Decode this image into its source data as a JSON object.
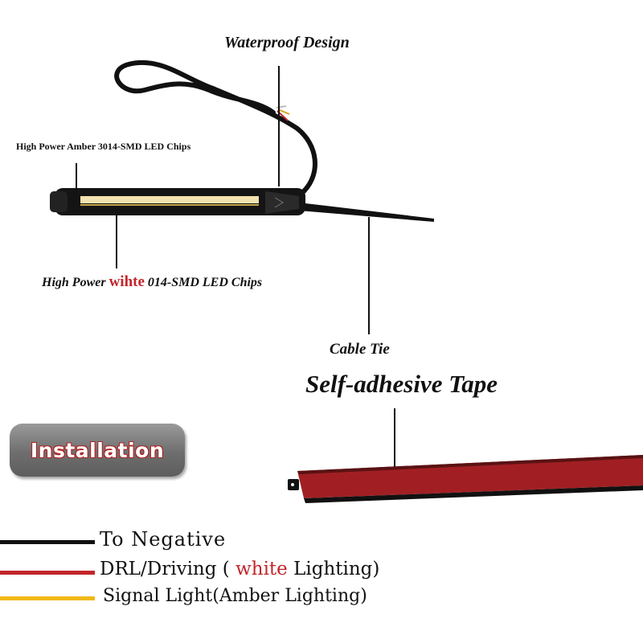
{
  "callouts": {
    "waterproof": "Waterproof Design",
    "amber_chips": "High Power Amber 3014-SMD LED Chips",
    "white_chips": {
      "before": "High Power",
      "highlight": "wihte",
      "after": "014-SMD LED Chips"
    },
    "cable_tie": "Cable Tie",
    "tape": "Self-adhesive Tape"
  },
  "badge": {
    "label": "Installation"
  },
  "legend": [
    {
      "color": "#111111",
      "label": "To Negative"
    },
    {
      "color": "#c2262b",
      "label_before": "DRL/Driving (",
      "label_highlight": "white",
      "label_after": "Lighting)"
    },
    {
      "color": "#f0b818",
      "label": "Signal Light(Amber Lighting)"
    }
  ],
  "colors": {
    "accent_red": "#c2262b",
    "tape_red": "#a11f23",
    "amber": "#f0b818"
  }
}
